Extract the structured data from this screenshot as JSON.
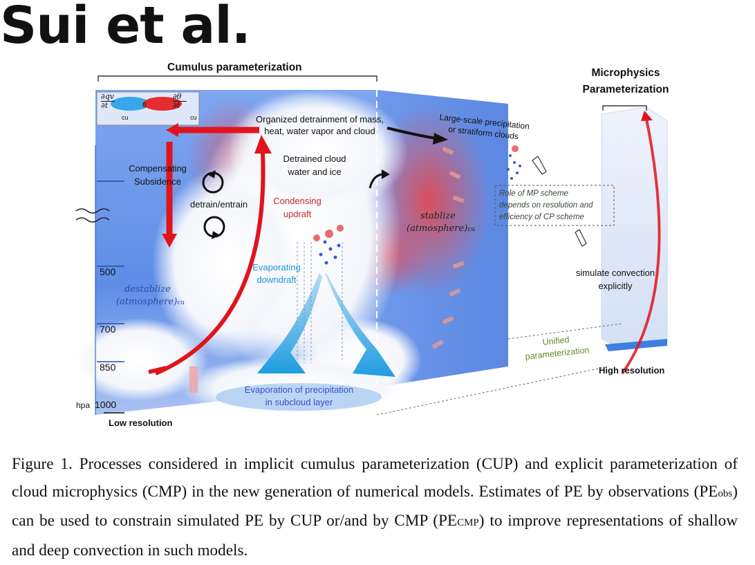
{
  "title": "Sui et al.",
  "diagram": {
    "headers": {
      "cumulus": "Cumulus parameterization",
      "microphysics_line1": "Microphysics",
      "microphysics_line2": "Parameterization"
    },
    "pressure_unit": "hpa",
    "pressure_levels": [
      "500",
      "700",
      "850",
      "1000"
    ],
    "tendency_formula": {
      "qv_num": "∂qv",
      "qv_den": "∂t",
      "theta_num": "∂θ",
      "theta_den": "∂t",
      "sub": "cu",
      "zero": "0"
    },
    "labels": {
      "organized_detrainment_l1": "Organized detrainment of mass,",
      "organized_detrainment_l2": "heat, water vapor and cloud",
      "detrained_cloud_l1": "Detrained cloud",
      "detrained_cloud_l2": "water and  ice",
      "compensating_l1": "Compensating",
      "compensating_l2": "Subsidence",
      "detrain_entrain": "detrain/entrain",
      "condensing_l1": "Condensing",
      "condensing_l2": "updraft",
      "evaporating_l1": "Evaporating",
      "evaporating_l2": "downdraft",
      "evaporation_l1": "Evaporation of precipitation",
      "evaporation_l2": "in subcloud layer",
      "destablize_l1": "destablize",
      "destablize_l2": "atmosphere",
      "destablize_sub": "cu",
      "stablize_l1": "stablize",
      "stablize_l2": "atmosphere",
      "stablize_sub": "cu",
      "large_scale_l1": "Large-scale precipitation",
      "large_scale_l2": "or stratiform clouds",
      "role_mp_l1": "Role of MP scheme",
      "role_mp_l2": "depends on resolution and",
      "role_mp_l3": "efficiency of CP scheme",
      "simulate_l1": "simulate convection",
      "simulate_l2": "explicitly",
      "unified_l1": "Unified",
      "unified_l2": "parameterization",
      "low_resolution": "Low resolution",
      "high_resolution": "High resolution"
    }
  },
  "caption": {
    "part1": "Figure 1. Processes considered in implicit cumulus parameterization (CUP) and explicit parameterization of cloud microphysics (CMP) in the new generation of numerical models. Estimates of PE by observations (PE",
    "sub1": "obs",
    "part2": ") can be used to constrain simulated PE by CUP or/and by CMP (PE",
    "sub2": "CMP",
    "part3": ") to improve representations of shallow and deep convection in such models."
  }
}
